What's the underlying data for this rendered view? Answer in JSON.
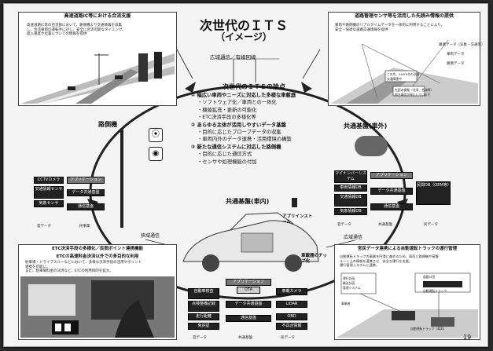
{
  "title": {
    "line1": "次世代のＩＴＳ",
    "line2": "（イメージ）"
  },
  "comm_top": "広域通信／有線回線",
  "comm_left": "狭域通信",
  "comm_right": "広域通信",
  "points": {
    "title": "次世代のＩＴＳの論点",
    "items": [
      {
        "head": "①  幅広い車両やニーズに対応した多様な車載器",
        "subs": [
          "・ソフトウェア化／車両との一体化",
          "・機能拡充・更新の可能化",
          "・ETC決済手段の多様化等"
        ]
      },
      {
        "head": "②  あらゆる主体が活用しやすいデータ基盤",
        "subs": [
          "・目的に応じたプローブデータの収集",
          "・車両内外のデータ連携・活用環境の構築"
        ]
      },
      {
        "head": "③  新たな通信システムに対応した路側機",
        "subs": [
          "・目的に応じた通信方式",
          "・センサや処理機能の付加"
        ]
      }
    ]
  },
  "panel_tl": {
    "title": "高速道路IC等における合流支援",
    "text": [
      "高速道路IC等の合流部において、路側機より交通情報を収集",
      "し、合流車両の運転手に対し、安全に合流可能なタイミング、",
      "進入速度や位置についての情報を提供"
    ]
  },
  "panel_tr": {
    "title": "道路管理センサ等を活用した先読み情報の提供",
    "text": [
      "車両や路側機のリアルタイムデータを一体的に利用することにより、",
      "安全・快適な道路交通情報を提供"
    ],
    "labels": [
      "路側データ（気象・交通等）",
      "車両データ",
      "路側データ",
      "この先、500ｍ先の渋滞",
      "交通障害中",
      "先読み情報（渋滞、合流等）",
      "前方車両が停止しています"
    ]
  },
  "panel_bl": {
    "title": "ETC決済手段の多様化／民間ポイント連携機能",
    "subtitle": "ETCの高速料金決済以外での多目的な利用",
    "text": [
      "駐車場・ドライブスルーなどにおいて、多様な決済手段の活用やポイント",
      "連携を可能に。",
      "また、駐車場料金の決済など、ETCの利用目的を拡大。"
    ]
  },
  "panel_br": {
    "title": "官民データ連携による自動運転トラックの運行管理",
    "text": [
      "自動運転トラックの事業を円滑に進めるため、車両と路側機や基盤",
      "ルート上の情報を連携させ、安全な運行を支援。",
      "運行管理システムと連携。"
    ],
    "labels": [
      "運行計画",
      "輸送計画",
      "管理システム",
      "道路公団",
      "自動運転トラック",
      "事業者",
      "自動運転トラック（車両）"
    ]
  },
  "roadside": {
    "title": "路側機",
    "blocks": [
      "CCTVカメラ",
      "交通情報センサ",
      "気象センサ",
      "アプリケーション",
      "データ共通基盤",
      "通信基盤"
    ],
    "footer": [
      "官データ",
      "民事業"
    ]
  },
  "cloud": {
    "title": "共通基盤(車外)",
    "blocks": [
      "マイナンバーシステム",
      "車両情報DB",
      "交通情報DB",
      "気象情報DB",
      "アプリケーション",
      "データ共通基盤",
      "通信基盤",
      "民間DB（OEM等）"
    ],
    "footer": [
      "官データ",
      "共通基盤",
      "民データ"
    ]
  },
  "vehicle": {
    "title": "共通基盤(車内)",
    "app_install": "アプリインストール",
    "chip": "車載器のチップ化",
    "blocks_left": [
      "自動車検査",
      "点検整備記録",
      "走行距離",
      "免許証"
    ],
    "blocks_center": [
      "アプリケーション",
      "OTA",
      "データ共通基盤",
      "通信基盤",
      "共通基盤"
    ],
    "blocks_right": [
      "車載カメラ",
      "LiDAR",
      "OBD",
      "不具合情報"
    ],
    "footer": [
      "官データ",
      "共通基盤",
      "民データ"
    ]
  },
  "page_number": "19"
}
